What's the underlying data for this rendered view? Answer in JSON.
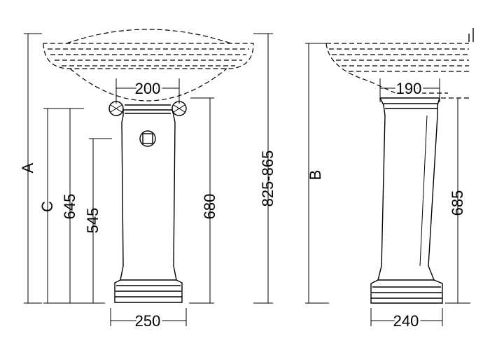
{
  "front_view": {
    "labels": {
      "A": "A",
      "C": "C",
      "h645": "645",
      "h545": "545",
      "h680": "680",
      "h825_865": "825-865",
      "w200": "200",
      "w250": "250"
    }
  },
  "side_view": {
    "labels": {
      "B": "B",
      "h685": "685",
      "w190": "190",
      "w240": "240"
    }
  }
}
